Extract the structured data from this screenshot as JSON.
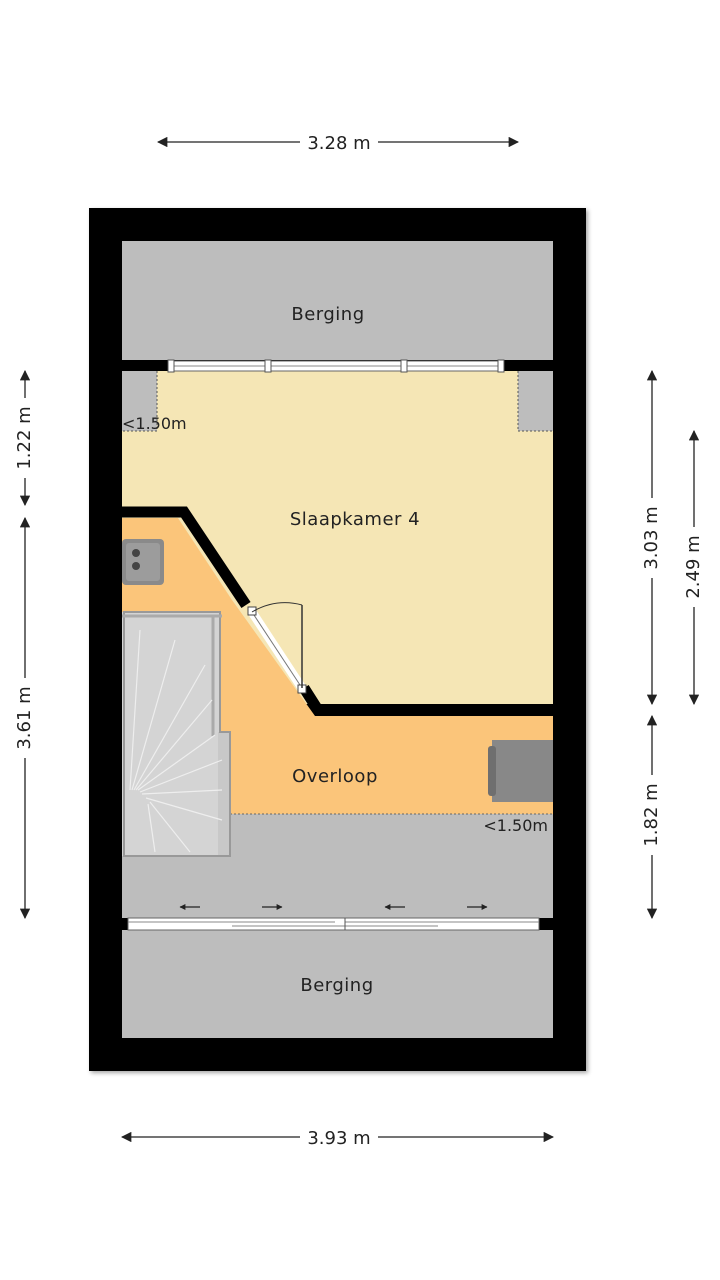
{
  "colors": {
    "wall": "#000000",
    "storage": "#bdbdbd",
    "bedroom": "#f5e6b5",
    "landing": "#fbc57a",
    "stairs": "#d4d4d4",
    "dimension_line": "#222222"
  },
  "rooms": {
    "storage_top": "Berging",
    "bedroom": "Slaapkamer 4",
    "landing": "Overloop",
    "storage_bottom": "Berging"
  },
  "notes": {
    "height_bedroom": "<1.50m",
    "height_landing": "<1.50m"
  },
  "dimensions": {
    "top_width": "3.28 m",
    "bottom_width": "3.93 m",
    "left_upper": "1.22 m",
    "left_lower": "3.61 m",
    "right_upper": "3.03 m",
    "right_lower": "1.82 m",
    "right_inner": "2.49 m"
  },
  "icons": [
    "arrow-icon",
    "stairs-icon",
    "door-icon",
    "radiator-icon",
    "window-icon",
    "sliding-door-arrow-icon"
  ]
}
